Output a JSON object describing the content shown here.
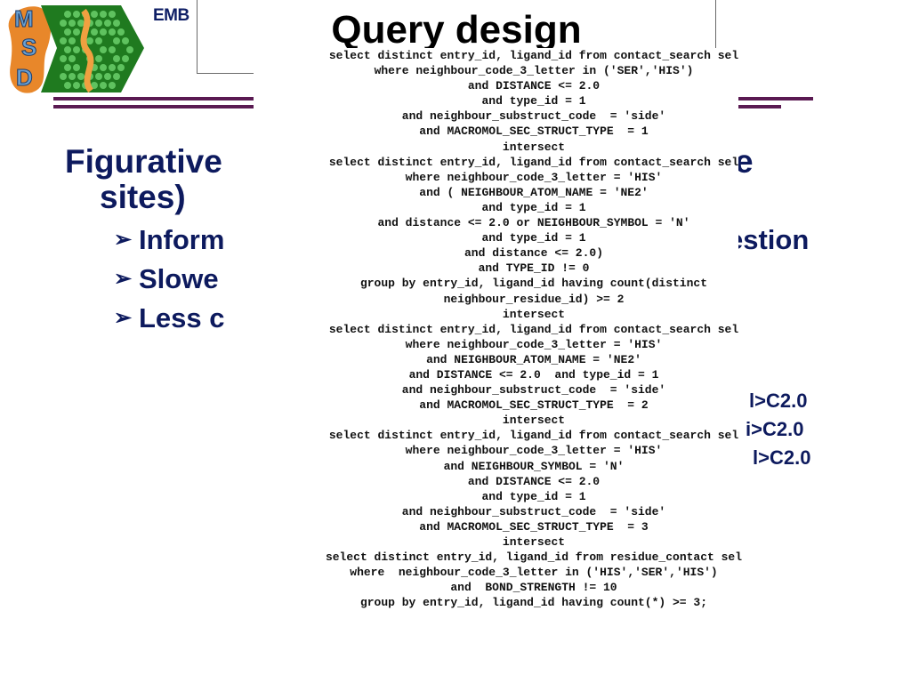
{
  "header": {
    "org_text": "EMB",
    "title": "Query design",
    "logo_letters": [
      "M",
      "S",
      "D"
    ]
  },
  "background_slide": {
    "heading_line1": "Figurative",
    "heading_line2": "sites)",
    "heading_right_fragment": "e",
    "bullets": [
      {
        "text": "Inform",
        "right_fragment": "estion"
      },
      {
        "text": "Slowe",
        "right_fragment": ""
      },
      {
        "text": "Less c",
        "right_fragment": ""
      }
    ],
    "side_notes": [
      "l>C2.0",
      "i>C2.0",
      "l>C2.0"
    ]
  },
  "sql_query": {
    "lines": [
      "select distinct entry_id, ligand_id from contact_search sel",
      "where neighbour_code_3_letter in ('SER','HIS')",
      "and DISTANCE <= 2.0",
      "and type_id = 1",
      "and neighbour_substruct_code  = 'side'",
      "and MACROMOL_SEC_STRUCT_TYPE  = 1",
      "intersect",
      "select distinct entry_id, ligand_id from contact_search sel",
      "where neighbour_code_3_letter = 'HIS'",
      "and ( NEIGHBOUR_ATOM_NAME = 'NE2'",
      "and type_id = 1",
      "and distance <= 2.0 or NEIGHBOUR_SYMBOL = 'N'",
      "and type_id = 1",
      "and distance <= 2.0)",
      "and TYPE_ID != 0",
      "group by entry_id, ligand_id having count(distinct",
      "neighbour_residue_id) >= 2",
      "intersect",
      "select distinct entry_id, ligand_id from contact_search sel",
      "where neighbour_code_3_letter = 'HIS'",
      "and NEIGHBOUR_ATOM_NAME = 'NE2'",
      "and DISTANCE <= 2.0  and type_id = 1",
      "and neighbour_substruct_code  = 'side'",
      "and MACROMOL_SEC_STRUCT_TYPE  = 2",
      "intersect",
      "select distinct entry_id, ligand_id from contact_search sel",
      "where neighbour_code_3_letter = 'HIS'",
      "and NEIGHBOUR_SYMBOL = 'N'",
      "and DISTANCE <= 2.0",
      "and type_id = 1",
      "and neighbour_substruct_code  = 'side'",
      "and MACROMOL_SEC_STRUCT_TYPE  = 3",
      "intersect",
      "select distinct entry_id, ligand_id from residue_contact sel",
      "where  neighbour_code_3_letter in ('HIS','SER','HIS')",
      "and  BOND_STRENGTH != 10",
      "group by entry_id, ligand_id having count(*) >= 3;"
    ]
  },
  "colors": {
    "heading": "#0d1a5e",
    "rule": "#5a1a52",
    "logo_green": "#2e8b2e",
    "logo_orange": "#e8872a"
  }
}
